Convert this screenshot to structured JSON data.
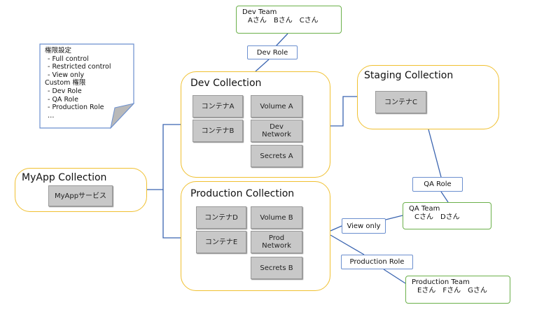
{
  "note": {
    "title": "権限設定",
    "items": [
      "- Full control",
      "- Restricted control",
      "- View only"
    ],
    "custom_title": "Custom 権限",
    "custom_items": [
      "- Dev Role",
      "- QA Role",
      "- Production Role",
      "…"
    ]
  },
  "collections": {
    "myapp": {
      "title": "MyApp Collection",
      "items": [
        "MyAppサービス"
      ]
    },
    "dev": {
      "title": "Dev Collection",
      "items": [
        "コンテナA",
        "コンテナB",
        "Volume A",
        "Dev\nNetwork",
        "Secrets A"
      ]
    },
    "staging": {
      "title": "Staging Collection",
      "items": [
        "コンテナC"
      ]
    },
    "production": {
      "title": "Production Collection",
      "items": [
        "コンテナD",
        "コンテナE",
        "Volume B",
        "Prod\nNetwork",
        "Secrets B"
      ]
    }
  },
  "teams": {
    "dev": {
      "name": "Dev Team",
      "members": "Aさん　Bさん　Cさん"
    },
    "qa": {
      "name": "QA Team",
      "members": "Cさん　Dさん"
    },
    "production": {
      "name": "Production Team",
      "members": "Eさん　Fさん　Gさん"
    }
  },
  "roles": {
    "dev": "Dev Role",
    "qa": "QA Role",
    "view": "View only",
    "production": "Production Role"
  },
  "colors": {
    "collection_border": "#f0c030",
    "team_border": "#6bb04a",
    "connector": "#3a64b0",
    "resource_fill": "#c8c8c8"
  }
}
